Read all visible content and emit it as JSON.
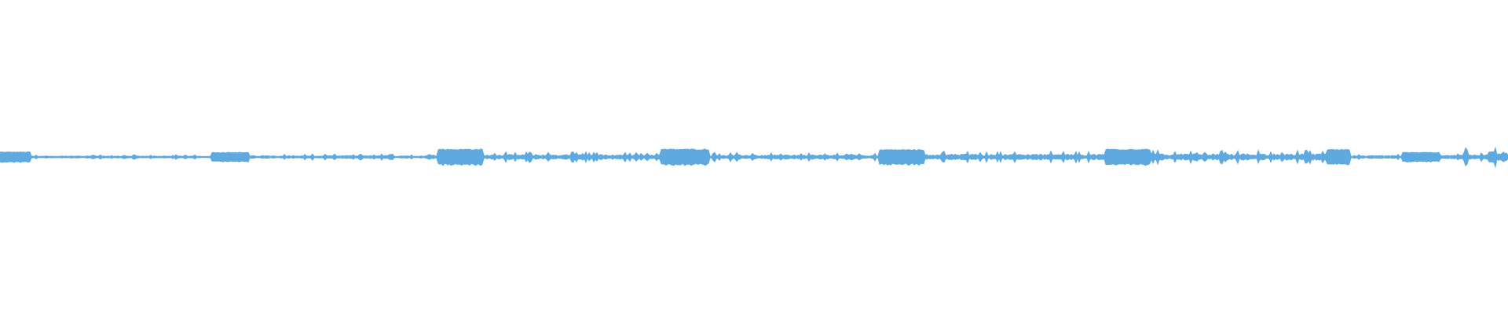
{
  "waveform": {
    "color": "#5DA9E0",
    "segments": [
      {
        "start": 0.0,
        "end": 0.02,
        "amp": 0.55,
        "dense": true
      },
      {
        "start": 0.02,
        "end": 0.14,
        "amp": 0.15,
        "dense": false
      },
      {
        "start": 0.14,
        "end": 0.165,
        "amp": 0.5,
        "dense": true
      },
      {
        "start": 0.165,
        "end": 0.29,
        "amp": 0.2,
        "dense": false
      },
      {
        "start": 0.29,
        "end": 0.32,
        "amp": 0.85,
        "dense": true
      },
      {
        "start": 0.32,
        "end": 0.438,
        "amp": 0.35,
        "dense": false
      },
      {
        "start": 0.438,
        "end": 0.47,
        "amp": 0.85,
        "dense": true
      },
      {
        "start": 0.47,
        "end": 0.583,
        "amp": 0.3,
        "dense": false
      },
      {
        "start": 0.583,
        "end": 0.613,
        "amp": 0.8,
        "dense": true
      },
      {
        "start": 0.613,
        "end": 0.733,
        "amp": 0.4,
        "dense": false
      },
      {
        "start": 0.733,
        "end": 0.763,
        "amp": 0.85,
        "dense": true
      },
      {
        "start": 0.763,
        "end": 0.88,
        "amp": 0.45,
        "dense": false
      },
      {
        "start": 0.88,
        "end": 0.895,
        "amp": 0.8,
        "dense": true
      },
      {
        "start": 0.895,
        "end": 0.93,
        "amp": 0.2,
        "dense": false
      },
      {
        "start": 0.93,
        "end": 0.955,
        "amp": 0.5,
        "dense": true
      },
      {
        "start": 0.955,
        "end": 0.97,
        "amp": 0.25,
        "dense": false
      },
      {
        "start": 0.97,
        "end": 0.973,
        "amp": 1.6,
        "dense": false
      },
      {
        "start": 0.973,
        "end": 0.985,
        "amp": 0.3,
        "dense": false
      },
      {
        "start": 0.985,
        "end": 1.0,
        "amp": 0.8,
        "dense": false
      }
    ],
    "peak_amplitude": 1.0
  }
}
